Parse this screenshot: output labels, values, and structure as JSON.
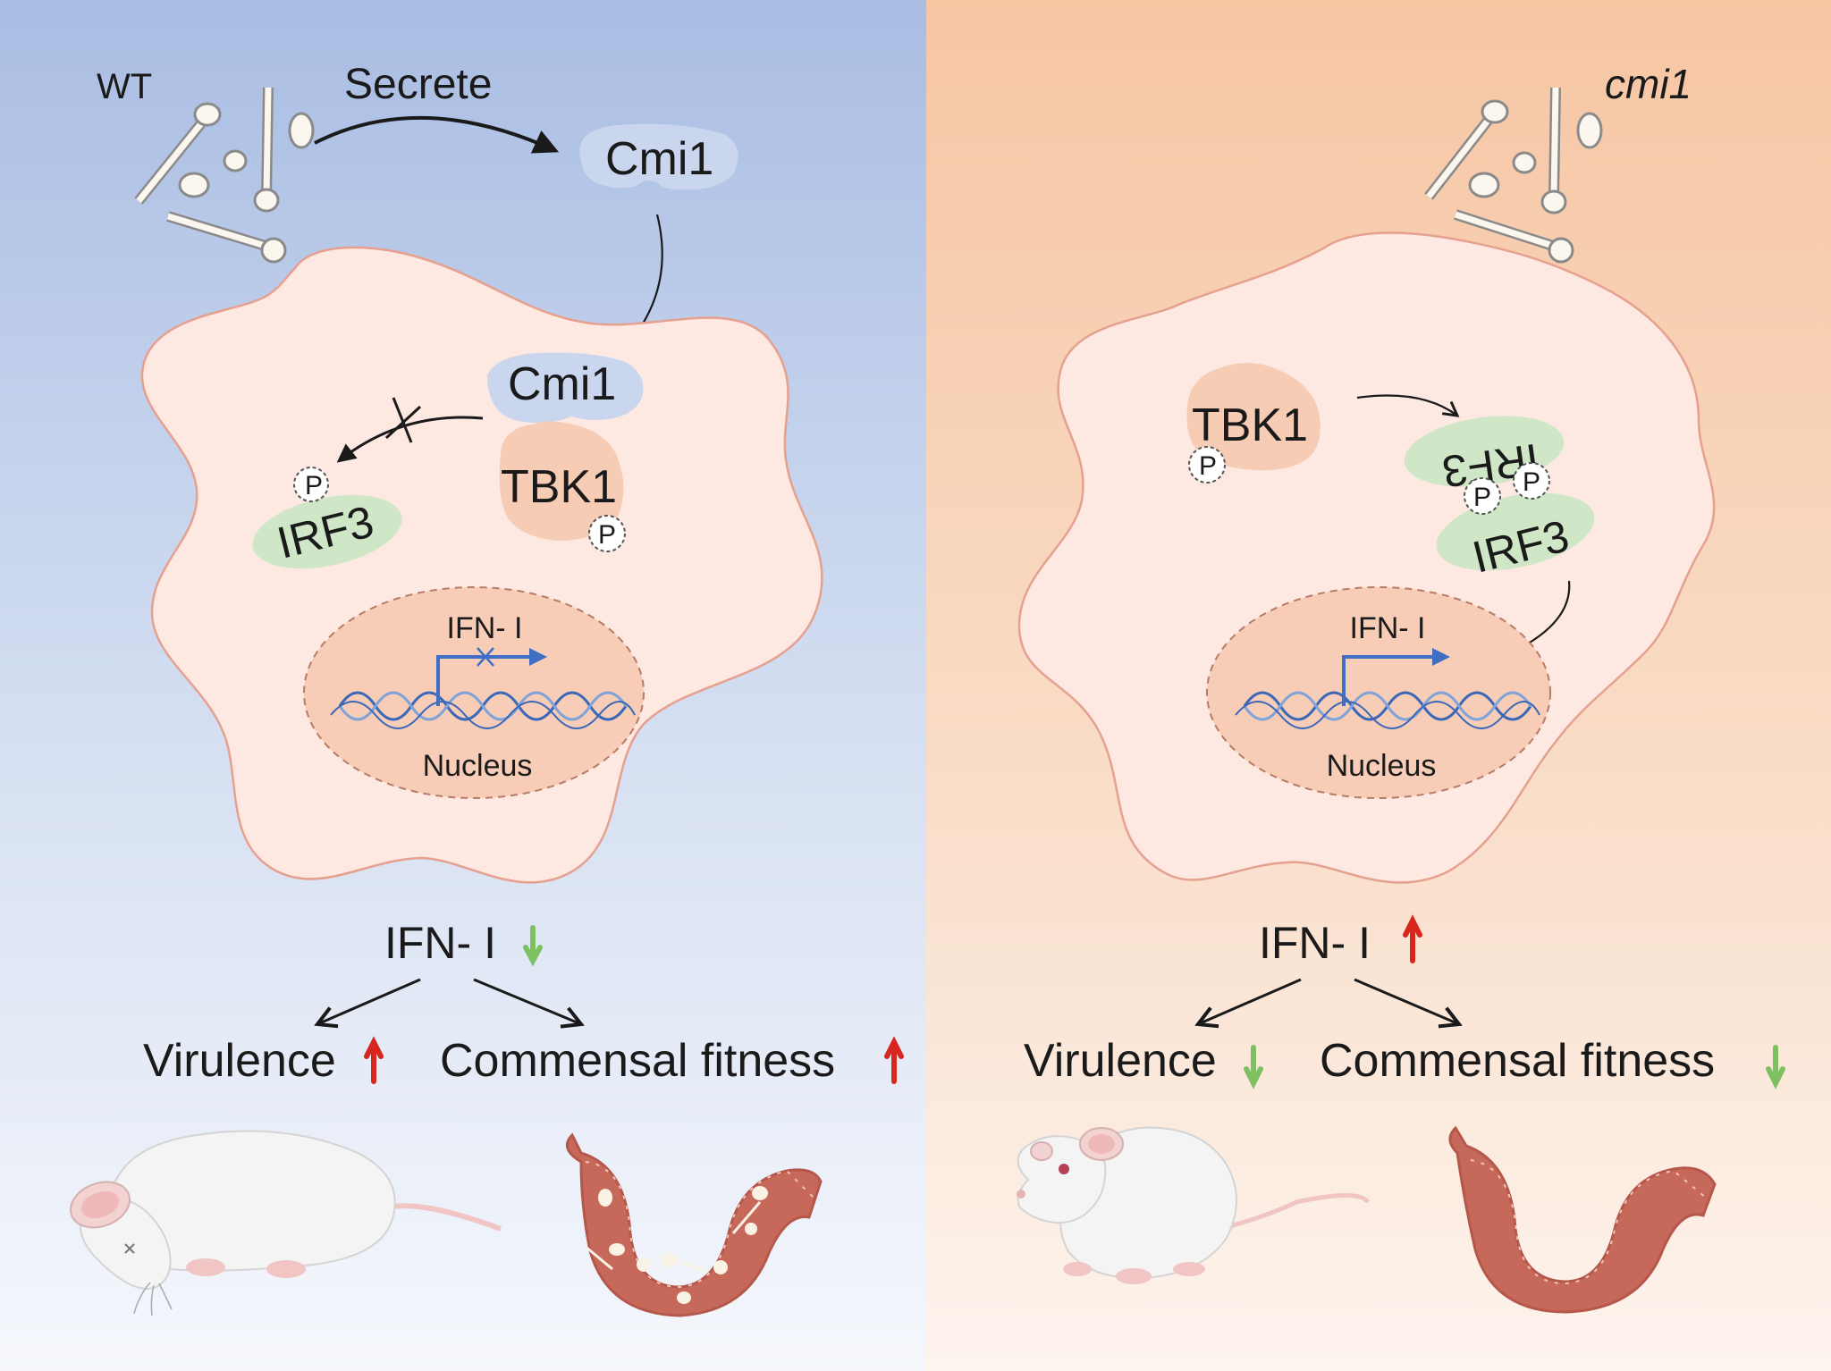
{
  "left": {
    "strain_label": "WT",
    "secrete_label": "Secrete",
    "secreted_protein": "Cmi1",
    "bound_protein": "Cmi1",
    "kinase": "TBK1",
    "transcription_factor": "IRF3",
    "phospho": "P",
    "gene_label": "IFN- I",
    "nucleus_label": "Nucleus",
    "ifn_result": "IFN- I",
    "outcome_1": "Virulence",
    "outcome_2": "Commensal fitness",
    "ifn_direction": "down",
    "outcome_direction": "up"
  },
  "right": {
    "strain_label": "cmi1",
    "kinase": "TBK1",
    "dimer_top": "IRF3",
    "dimer_bottom": "IRF3",
    "phospho": "P",
    "gene_label": "IFN- I",
    "nucleus_label": "Nucleus",
    "ifn_result": "IFN- I",
    "outcome_1": "Virulence",
    "outcome_2": "Commensal fitness",
    "ifn_direction": "up",
    "outcome_direction": "down"
  },
  "colors": {
    "left_bg_top": "#a9bde3",
    "left_bg_bottom": "#f3f5fb",
    "right_bg_top": "#f6c6a3",
    "right_bg_bottom": "#fdf3ec",
    "cell_fill": "#fde9e2",
    "cell_stroke": "#e6a08f",
    "cmi1_fill": "#c9d6ee",
    "tbk1_fill": "#f6cdb4",
    "irf3_fill": "#cfe7c6",
    "nucleus_fill": "#f7cdb7",
    "arrow_up": "#d7261e",
    "arrow_down": "#7dc061",
    "gene_arrow": "#3f6fc4",
    "dna_blue": "#3a67b8",
    "dna_light": "#7fa3d9",
    "gut_fill": "#c6685a",
    "gut_edge": "#b5584b"
  }
}
